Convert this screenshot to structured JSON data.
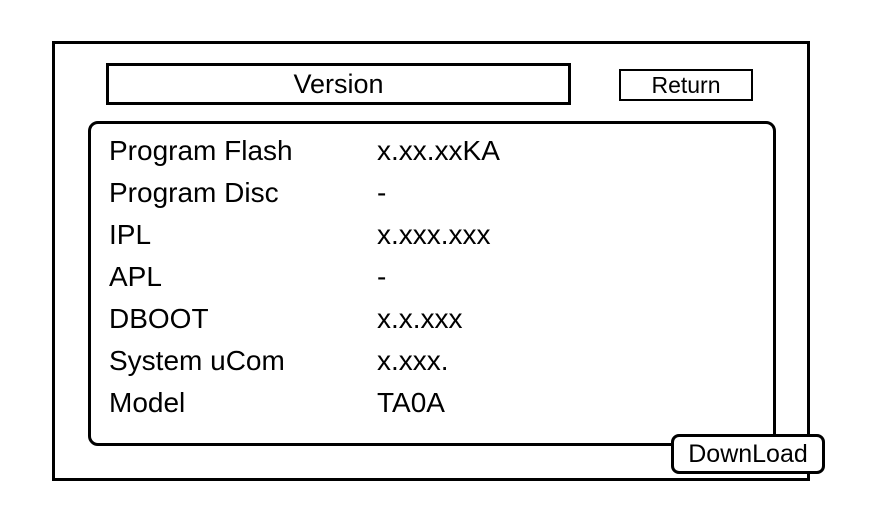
{
  "screen": {
    "title": "Version",
    "background_color": "#ffffff",
    "line_color": "#000000"
  },
  "header": {
    "title": "Version",
    "return_label": "Return"
  },
  "info_panel": {
    "rows": [
      {
        "label": "Program Flash",
        "value": "x.xx.xxKA"
      },
      {
        "label": "Program Disc",
        "value": "-"
      },
      {
        "label": "IPL",
        "value": "x.xxx.xxx"
      },
      {
        "label": "APL",
        "value": "-"
      },
      {
        "label": "DBOOT",
        "value": "x.x.xxx"
      },
      {
        "label": "System uCom",
        "value": "x.xxx."
      },
      {
        "label": "Model",
        "value": "TA0A"
      }
    ],
    "download_label": "DownLoad"
  }
}
